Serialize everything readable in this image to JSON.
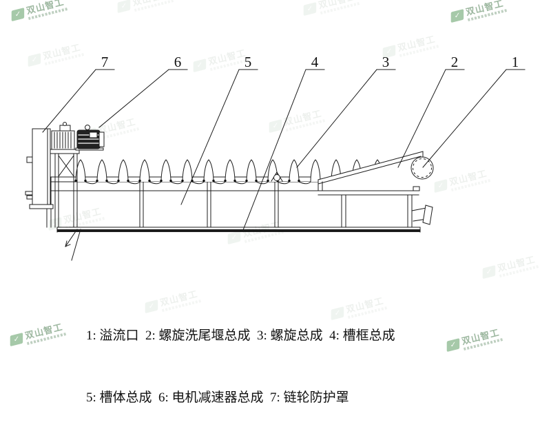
{
  "page": {
    "background": "#ffffff",
    "line_color": "#1c1c1c"
  },
  "watermark": {
    "text": "双山智工",
    "accent_color": "#5f9e63"
  },
  "callouts": {
    "labels": [
      "7",
      "6",
      "5",
      "4",
      "3",
      "2",
      "1"
    ]
  },
  "legend": {
    "line1": "1: 溢流口  2: 螺旋洗尾堰总成  3: 螺旋总成  4: 槽框总成",
    "line2": "5: 槽体总成  6: 电机减速器总成  7: 链轮防护罩",
    "items": [
      {
        "num": "1",
        "name": "溢流口"
      },
      {
        "num": "2",
        "name": "螺旋洗尾堰总成"
      },
      {
        "num": "3",
        "name": "螺旋总成"
      },
      {
        "num": "4",
        "name": "槽框总成"
      },
      {
        "num": "5",
        "name": "槽体总成"
      },
      {
        "num": "6",
        "name": "电机减速器总成"
      },
      {
        "num": "7",
        "name": "链轮防护罩"
      }
    ]
  }
}
